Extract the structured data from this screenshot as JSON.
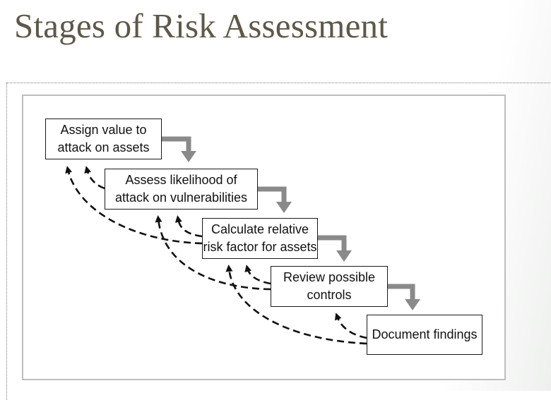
{
  "page": {
    "title": "Stages of Risk Assessment"
  },
  "diagram": {
    "steps": [
      {
        "id": "assign",
        "label": "Assign value to\nattack on assets"
      },
      {
        "id": "assess",
        "label": "Assess likelihood of\nattack on vulnerabilities"
      },
      {
        "id": "calculate",
        "label": "Calculate relative\nrisk factor for assets"
      },
      {
        "id": "review",
        "label": "Review possible\ncontrols"
      },
      {
        "id": "document",
        "label": "Document findings"
      }
    ],
    "colors": {
      "forward_arrow": "#8a8a8a",
      "feedback_arrow": "#111111",
      "title": "#5e5848"
    }
  }
}
